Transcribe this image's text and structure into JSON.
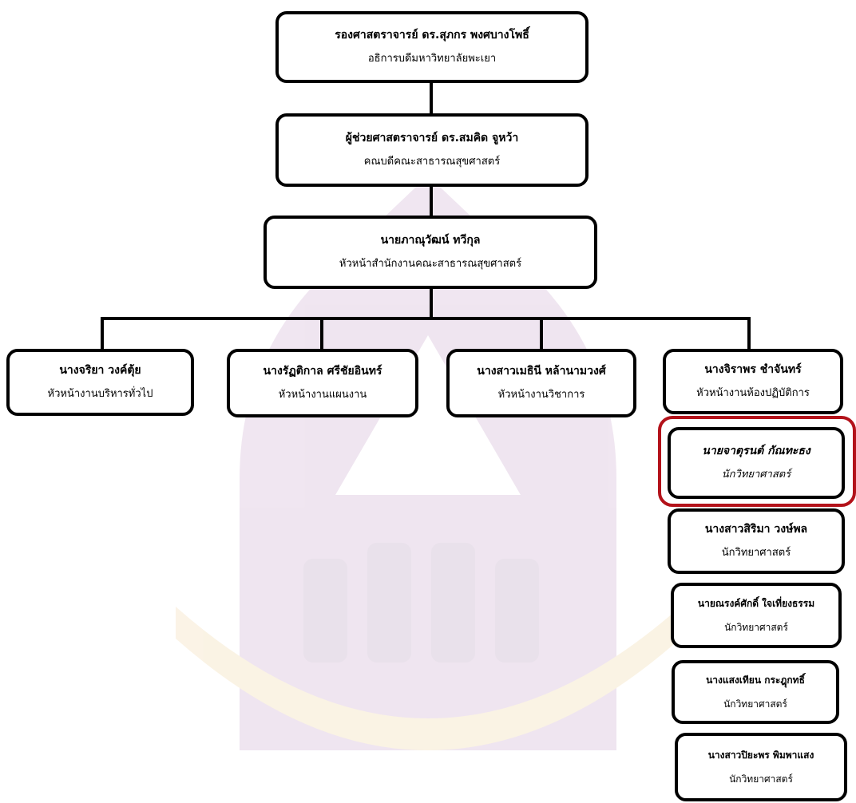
{
  "org_chart": {
    "dean_director": {
      "name": "รองศาสตราจารย์ ดร.สุภกร  พงศบางโพธิ์",
      "title": "อธิการบดีมหาวิทยาลัยพะเยา"
    },
    "faculty_dean": {
      "name": "ผู้ช่วยศาสตราจารย์ ดร.สมคิด จูหว้า",
      "title": "คณบดีคณะสาธารณสุขศาสตร์"
    },
    "office_head": {
      "name": "นายภาณุวัฒน์ ทวีกุล",
      "title": "หัวหน้าสำนักงานคณะสาธารณสุขศาสตร์"
    },
    "divisions": [
      {
        "name": "นางจริยา วงค์ตุ้ย",
        "title": "หัวหน้างานบริหารทั่วไป"
      },
      {
        "name": "นางรัฏติกาล ศรีชัยอินทร์",
        "title": "หัวหน้างานแผนงาน"
      },
      {
        "name": "นางสาวเมธินี หล้านามวงศ์",
        "title": "หัวหน้างานวิชาการ"
      },
      {
        "name": "นางจิราพร ชำจันทร์",
        "title": "หัวหน้างานห้องปฏิบัติการ"
      }
    ],
    "lab_staff": [
      {
        "name": "นายจาตุรนต์ กัณทะธง",
        "title": "นักวิทยาศาสตร์",
        "highlighted": true
      },
      {
        "name": "นางสาวสิริมา วงษ์พล",
        "title": "นักวิทยาศาสตร์"
      },
      {
        "name": "นายณรงค์ศักดิ์ ใจเที่ยงธรรม",
        "title": "นักวิทยาศาสตร์"
      },
      {
        "name": "นางแสงเทียน กระฎุกทธิ์",
        "title": "นักวิทยาศาสตร์"
      },
      {
        "name": "นางสาวปิยะพร พิมพาแสง",
        "title": "นักวิทยาศาสตร์"
      }
    ],
    "colors": {
      "highlight": "#b3121a",
      "watermark_primary": "#8b3c8f",
      "watermark_secondary": "#e0a63a"
    },
    "watermark_icon": "university-of-phayao-logo"
  }
}
